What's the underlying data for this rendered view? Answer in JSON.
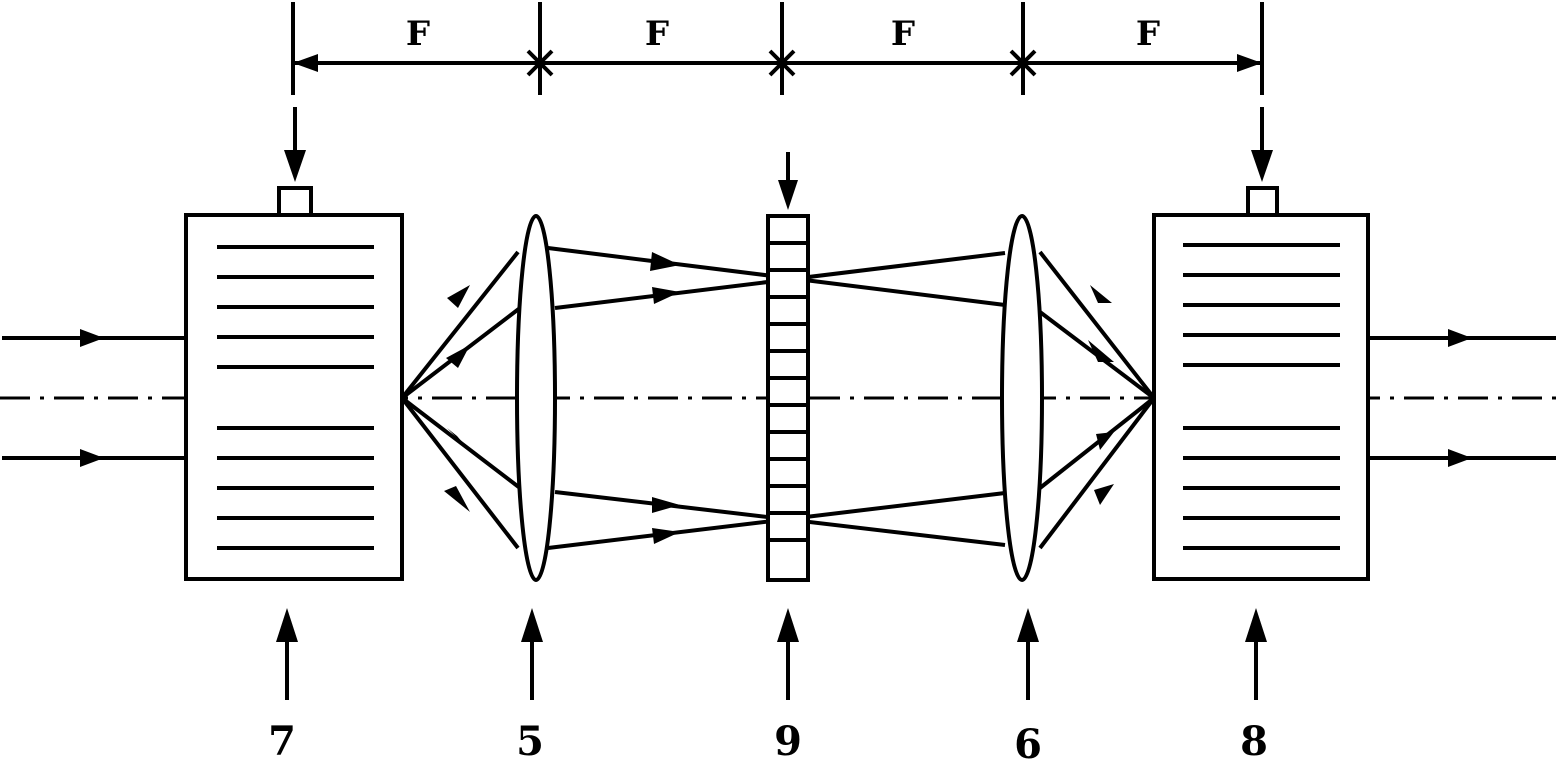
{
  "dimension_labels": [
    "F",
    "F",
    "F",
    "F"
  ],
  "component_labels": {
    "modulator_left": "7",
    "lens_left": "5",
    "center_element": "9",
    "lens_right": "6",
    "modulator_right": "8"
  },
  "colors": {
    "line": "#000000",
    "background": "#ffffff"
  }
}
